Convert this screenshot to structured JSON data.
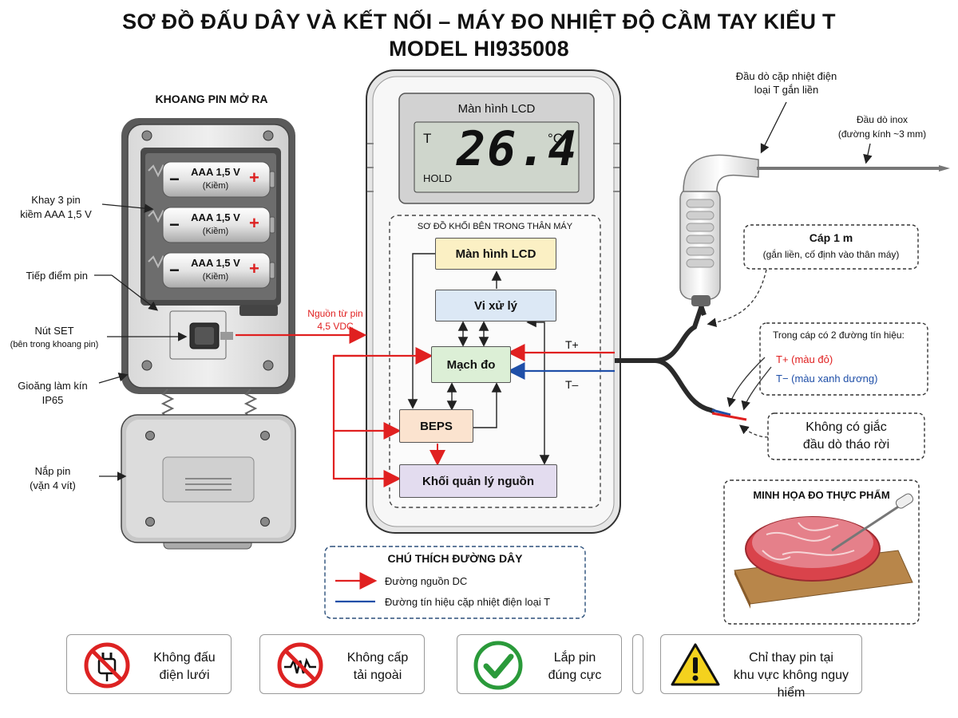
{
  "title": {
    "line1": "SƠ ĐỒ ĐẤU DÂY VÀ KẾT NỐI – MÁY ĐO NHIỆT ĐỘ CẦM TAY KIỂU T",
    "line2": "MODEL HI935008"
  },
  "battery_section": {
    "heading": "KHOANG PIN MỞ RA",
    "tray_label_1": "Khay 3 pin",
    "tray_label_2": "kiềm AAA 1,5 V",
    "contact_label": "Tiếp điểm pin",
    "set_label_1": "Nút SET",
    "set_label_2": "(bên trong khoang pin)",
    "gasket_label_1": "Gioăng làm kín",
    "gasket_label_2": "IP65",
    "cover_label_1": "Nắp pin",
    "cover_label_2": "(vặn 4 vít)",
    "batteries": [
      {
        "voltage": "AAA 1,5 V",
        "type": "(Kiềm)",
        "minus": "−",
        "plus": "+"
      },
      {
        "voltage": "AAA 1,5 V",
        "type": "(Kiềm)",
        "minus": "−",
        "plus": "+"
      },
      {
        "voltage": "AAA 1,5 V",
        "type": "(Kiềm)",
        "minus": "−",
        "plus": "+"
      }
    ]
  },
  "power_label_1": "Nguồn từ pin",
  "power_label_2": "4,5 VDC",
  "meter": {
    "lcd_title": "Màn hình LCD",
    "lcd_mode": "T",
    "lcd_value": "26.4",
    "lcd_unit": "°C",
    "lcd_hold": "HOLD",
    "block_diagram_title": "SƠ ĐỒ KHỐI BÊN TRONG THÂN MÁY",
    "blocks": {
      "lcd": "Màn hình LCD",
      "cpu": "Vi xử lý",
      "measure": "Mạch đo",
      "beps": "BEPS",
      "power_mgmt": "Khối quản lý nguồn"
    },
    "t_plus": "T+",
    "t_minus": "T–"
  },
  "probe": {
    "probe_label_1": "Đầu dò cặp nhiệt điện",
    "probe_label_2": "loại T gắn liền",
    "tip_label_1": "Đầu dò inox",
    "tip_label_2": "(đường kính ~3 mm)",
    "cable_title": "Cáp 1 m",
    "cable_sub": "(gắn liền, cố định vào thân máy)",
    "signal_title": "Trong cáp có 2 đường tín hiệu:",
    "signal_plus": "T+ (màu đỏ)",
    "signal_minus": "T− (màu xanh dương)",
    "no_jack_1": "Không có giắc",
    "no_jack_2": "đầu dò tháo rời"
  },
  "food": {
    "title": "MINH HỌA ĐO THỰC PHẨM"
  },
  "legend": {
    "title": "CHÚ THÍCH ĐƯỜNG DÂY",
    "dc": "Đường nguồn DC",
    "signal": "Đường tín hiệu cặp nhiệt điện loại T"
  },
  "warnings": [
    {
      "line1": "Không đấu",
      "line2": "điện lưới",
      "icon": "no-plug-icon"
    },
    {
      "line1": "Không cấp",
      "line2": "tải ngoài",
      "icon": "no-resistor-icon"
    },
    {
      "line1": "Lắp pin",
      "line2": "đúng cực",
      "icon": "check-icon"
    },
    {
      "line1": "Chỉ thay pin tại",
      "line2": "khu vực không nguy hiểm",
      "icon": "warning-icon"
    }
  ],
  "colors": {
    "dc_line": "#e02020",
    "signal_line": "#1f4fa8",
    "lcd_block": "#fbf0c4",
    "cpu_block": "#dce8f5",
    "measure_block": "#dcefd6",
    "beps_block": "#fbe3cf",
    "power_block": "#e3dcef"
  }
}
